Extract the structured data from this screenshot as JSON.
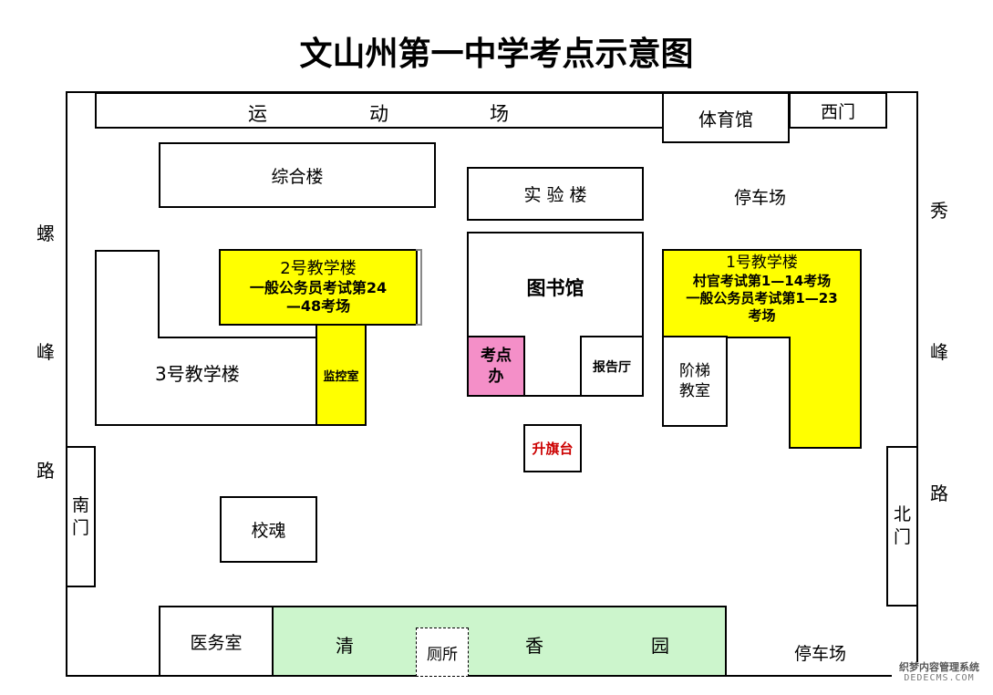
{
  "title": "文山州第一中学考点示意图",
  "roads": {
    "west": [
      "螺",
      "峰",
      "路"
    ],
    "east": [
      "秀",
      "峰",
      "路"
    ]
  },
  "gates": {
    "south": [
      "南",
      "门"
    ],
    "north": [
      "北",
      "门"
    ],
    "west_gate": "西门"
  },
  "buildings": {
    "sports_field": [
      "运",
      "动",
      "场"
    ],
    "gym": "体育馆",
    "complex": "综合楼",
    "lab": "实 验 楼",
    "parking_top": "停车场",
    "parking_bottom": "停车场",
    "building2": {
      "name": "2号教学楼",
      "line1": "一般公务员考试第24",
      "line2": "—48考场"
    },
    "library": "图书馆",
    "building1": {
      "name": "1号教学楼",
      "line1": "村官考试第1—14考场",
      "line2": "一般公务员考试第1—23",
      "line3": "考场"
    },
    "building3": "3号教学楼",
    "monitor": "监控室",
    "exam_office": [
      "考点",
      "办"
    ],
    "report_hall": "报告厅",
    "lecture_room": [
      "阶梯",
      "教室"
    ],
    "flag_platform": "升旗台",
    "school_soul": "校魂",
    "clinic": "医务室",
    "garden": [
      "清",
      "香",
      "园"
    ],
    "toilet": "厕所"
  },
  "watermark": {
    "line1": "织梦内容管理系统",
    "line2": "DEDECMS.COM"
  },
  "colors": {
    "exam_building": "#ffff00",
    "exam_office": "#f48fc8",
    "garden": "#ccf5cc",
    "flag_text": "#cc0000"
  }
}
